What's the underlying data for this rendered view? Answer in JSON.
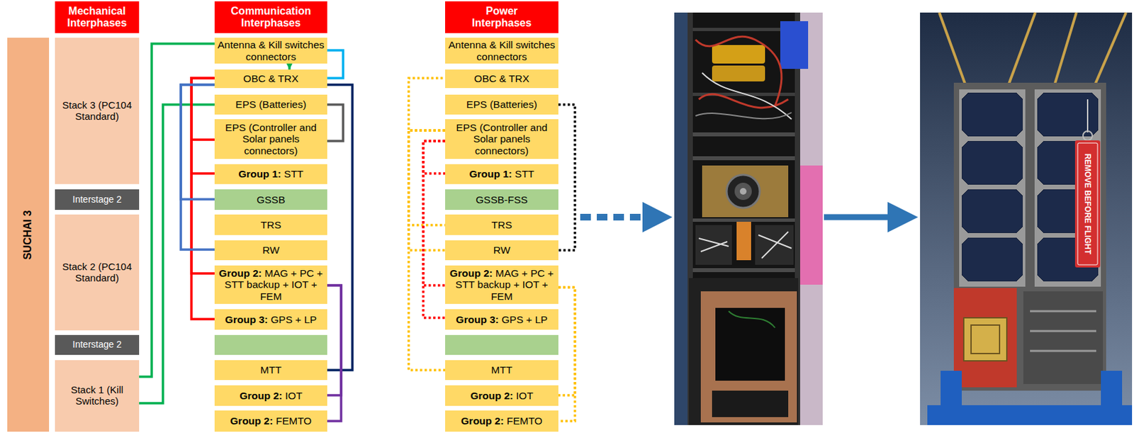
{
  "diagram": {
    "nodes": [
      {
        "text": [
          "Mechanical Interphases"
        ]
      },
      {
        "text": [
          "SUCHAI 3"
        ]
      },
      {
        "text": [
          "Stack 3 (PC104 Standard)"
        ]
      },
      {
        "text": [
          "Interstage 2"
        ]
      },
      {
        "text": [
          "Stack 2 (PC104 Standard)"
        ]
      },
      {
        "text": [
          "Interstage 2"
        ]
      },
      {
        "text": [
          "Stack 1 (Kill Switches)"
        ]
      },
      {
        "text": [
          "Communication Interphases"
        ]
      },
      {
        "text": [
          "Antenna & Kill switches connectors"
        ]
      },
      {
        "text": [
          "OBC & TRX"
        ]
      },
      {
        "text": [
          "EPS (Batteries)"
        ]
      },
      {
        "text": [
          "EPS (Controller and Solar panels connectors)"
        ]
      },
      {
        "text": [
          "Group 1: STT"
        ]
      },
      {
        "text": [
          "GSSB"
        ]
      },
      {
        "text": [
          "TRS"
        ]
      },
      {
        "text": [
          "RW"
        ]
      },
      {
        "text": [
          "Group 2: MAG + PC + STT backup + IOT + FEM"
        ]
      },
      {
        "text": [
          "Group 3: GPS + LP"
        ]
      },
      {
        "text": [
          "MTT"
        ]
      },
      {
        "text": [
          "Group 2: IOT"
        ]
      },
      {
        "text": [
          "Group 2: FEMTO"
        ]
      },
      {
        "text": [
          "Power Interphases"
        ]
      },
      {
        "text": [
          "Antenna & Kill switches connectors"
        ]
      },
      {
        "text": [
          "OBC & TRX"
        ]
      },
      {
        "text": [
          "EPS (Batteries)"
        ]
      },
      {
        "text": [
          "EPS (Controller and Solar panels connectors)"
        ]
      },
      {
        "text": [
          "Group 1: STT"
        ]
      },
      {
        "text": [
          "GSSB-FSS"
        ]
      },
      {
        "text": [
          "TRS"
        ]
      },
      {
        "text": [
          "RW"
        ]
      },
      {
        "text": [
          "Group 2: MAG + PC + STT backup + IOT + FEM"
        ]
      },
      {
        "text": [
          "Group 3: GPS + LP"
        ]
      },
      {
        "text": [
          "MTT"
        ]
      },
      {
        "text": [
          "Group 2: IOT"
        ]
      },
      {
        "text": [
          "Group 2: FEMTO"
        ]
      }
    ],
    "edges": [
      {
        "from": 6,
        "to": 8,
        "arrow": "none"
      },
      {
        "from": 6,
        "to": 10,
        "arrow": "none"
      },
      {
        "from": 8,
        "to": 9,
        "arrow": "to"
      },
      {
        "from": 8,
        "to": 9,
        "arrow": "none"
      },
      {
        "from": 9,
        "to": 11,
        "arrow": "none"
      },
      {
        "from": 9,
        "to": 12,
        "arrow": "none"
      },
      {
        "from": 9,
        "to": 16,
        "arrow": "none"
      },
      {
        "from": 9,
        "to": 17,
        "arrow": "none"
      },
      {
        "from": 9,
        "to": 13,
        "arrow": "none"
      },
      {
        "from": 9,
        "to": 15,
        "arrow": "none"
      },
      {
        "from": 10,
        "to": 11,
        "arrow": "none"
      },
      {
        "from": 9,
        "to": 18,
        "arrow": "none"
      },
      {
        "from": 16,
        "to": 19,
        "arrow": "none"
      },
      {
        "from": 16,
        "to": 20,
        "arrow": "none"
      },
      {
        "from": 25,
        "to": 23,
        "arrow": "none"
      },
      {
        "from": 25,
        "to": 28,
        "arrow": "none"
      },
      {
        "from": 25,
        "to": 29,
        "arrow": "none"
      },
      {
        "from": 25,
        "to": 32,
        "arrow": "none"
      },
      {
        "from": 25,
        "to": 26,
        "arrow": "none"
      },
      {
        "from": 25,
        "to": 30,
        "arrow": "none"
      },
      {
        "from": 25,
        "to": 31,
        "arrow": "none"
      },
      {
        "from": 24,
        "to": 29,
        "arrow": "none"
      },
      {
        "from": 30,
        "to": 33,
        "arrow": "none"
      },
      {
        "from": 30,
        "to": 34,
        "arrow": "none"
      }
    ],
    "labels": [
      "REMOVE BEFORE FLIGHT"
    ]
  }
}
